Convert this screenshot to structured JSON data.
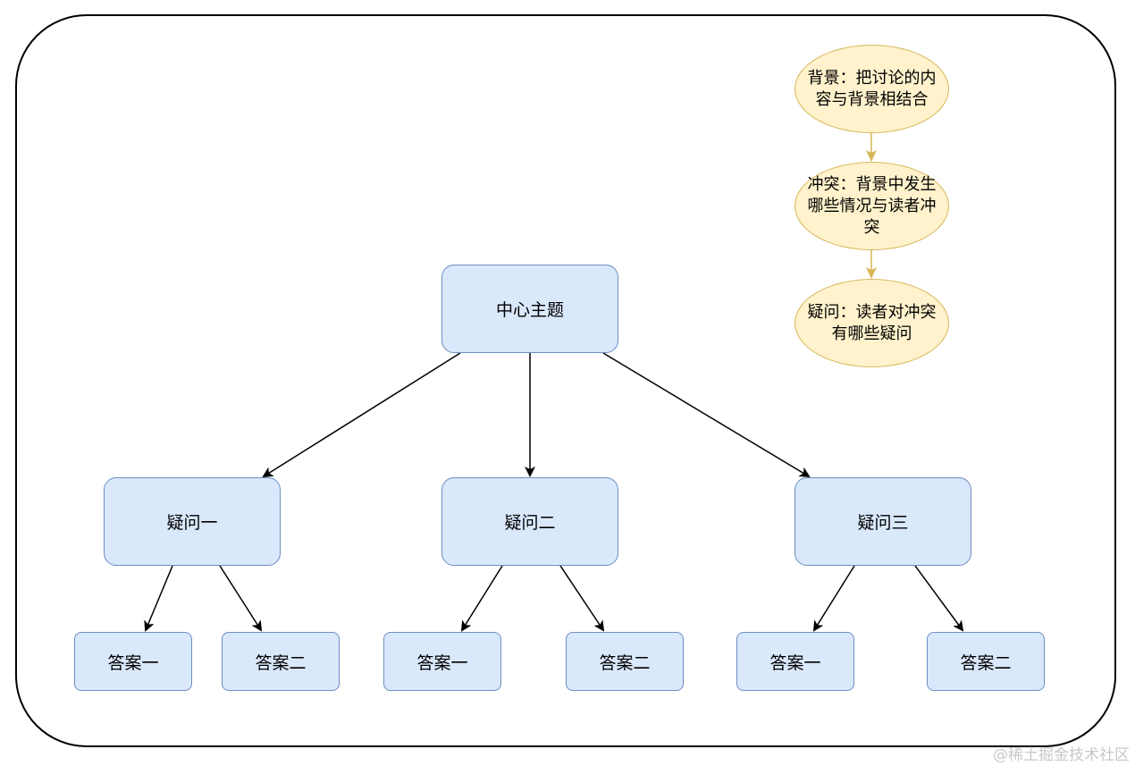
{
  "root": {
    "label": "中心主题"
  },
  "questions": [
    {
      "label": "疑问一"
    },
    {
      "label": "疑问二"
    },
    {
      "label": "疑问三"
    }
  ],
  "answers": [
    {
      "label": "答案一"
    },
    {
      "label": "答案二"
    },
    {
      "label": "答案一"
    },
    {
      "label": "答案二"
    },
    {
      "label": "答案一"
    },
    {
      "label": "答案二"
    }
  ],
  "scqa": [
    {
      "label": "背景：把讨论的内容与背景相结合"
    },
    {
      "label": "冲突：背景中发生哪些情况与读者冲突"
    },
    {
      "label": "疑问：读者对冲突有哪些疑问"
    }
  ],
  "watermark": "@稀土掘金技术社区",
  "colors": {
    "node_fill": "#dae8fc",
    "node_stroke": "#6c8ebf",
    "note_fill": "#fff2cc",
    "note_stroke": "#d6b656",
    "note_arrow": "#d6b656"
  }
}
